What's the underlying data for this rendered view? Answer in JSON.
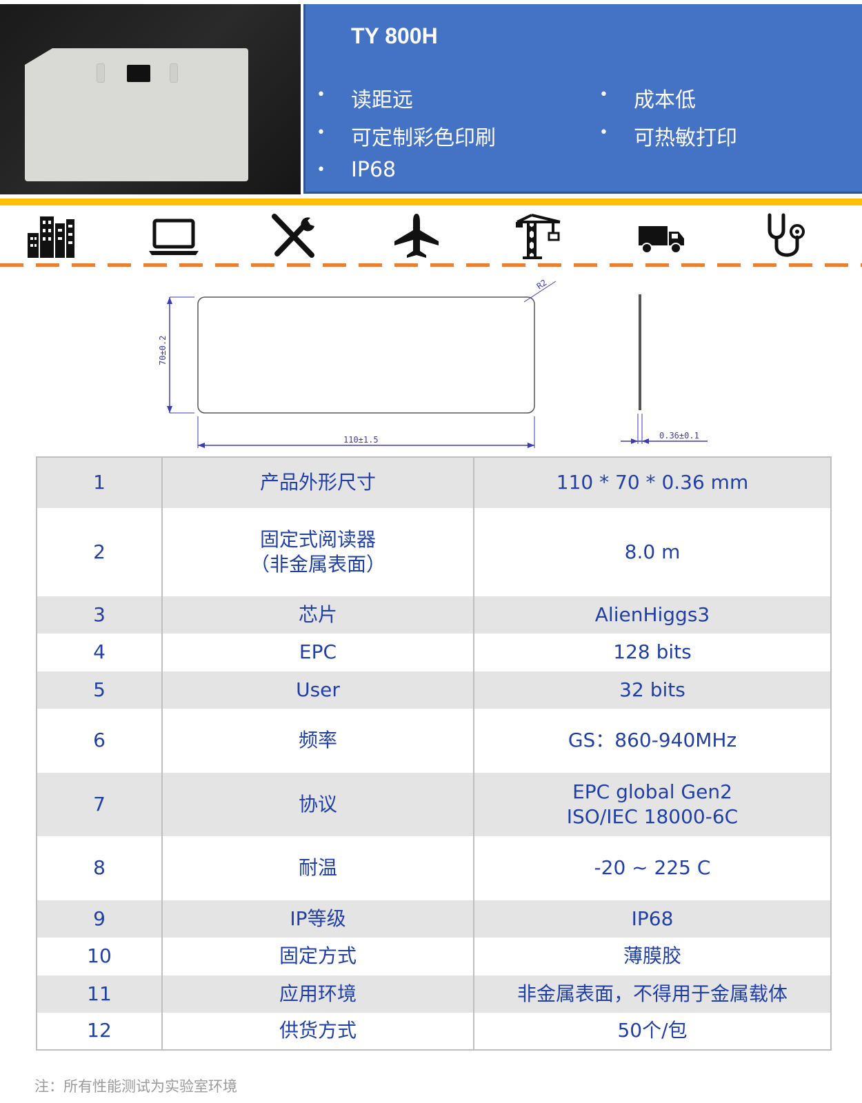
{
  "header": {
    "model": "TY 800H",
    "features": [
      "读距远",
      "成本低",
      "可定制彩色印刷",
      "可热敏打印",
      "IP68"
    ]
  },
  "icons": [
    "building-icon",
    "laptop-icon",
    "tools-icon",
    "airplane-icon",
    "crane-icon",
    "truck-icon",
    "stethoscope-icon"
  ],
  "drawing": {
    "radius_label": "R2",
    "height_label": "70±0.2",
    "width_label": "110±1.5",
    "thickness_label": "0.36±0.1"
  },
  "spec_table": {
    "rows": [
      {
        "no": "1",
        "item": "产品外形尺寸",
        "value": "110 * 70 * 0.36 mm"
      },
      {
        "no": "2",
        "item": "固定式阅读器\n（非金属表面）",
        "value": "8.0 m"
      },
      {
        "no": "3",
        "item": "芯片",
        "value": "AlienHiggs3"
      },
      {
        "no": "4",
        "item": "EPC",
        "value": "128  bits"
      },
      {
        "no": "5",
        "item": "User",
        "value": "32 bits"
      },
      {
        "no": "6",
        "item": "频率",
        "value": "GS：860-940MHz"
      },
      {
        "no": "7",
        "item": "协议",
        "value": "EPC global Gen2\nISO/IEC 18000-6C"
      },
      {
        "no": "8",
        "item": "耐温",
        "value": "-20 ~ 225 C"
      },
      {
        "no": "9",
        "item": "IP等级",
        "value": "IP68"
      },
      {
        "no": "10",
        "item": "固定方式",
        "value": "薄膜胶"
      },
      {
        "no": "11",
        "item": "应用环境",
        "value": "非金属表面，不得用于金属载体"
      },
      {
        "no": "12",
        "item": "供货方式",
        "value": "50个/包"
      }
    ]
  },
  "note": "注：所有性能测试为实验室环境",
  "colors": {
    "panel": "#4472c4",
    "yellow": "#ffc000",
    "orange": "#ed7d31",
    "table_text": "#1f3fa6"
  }
}
